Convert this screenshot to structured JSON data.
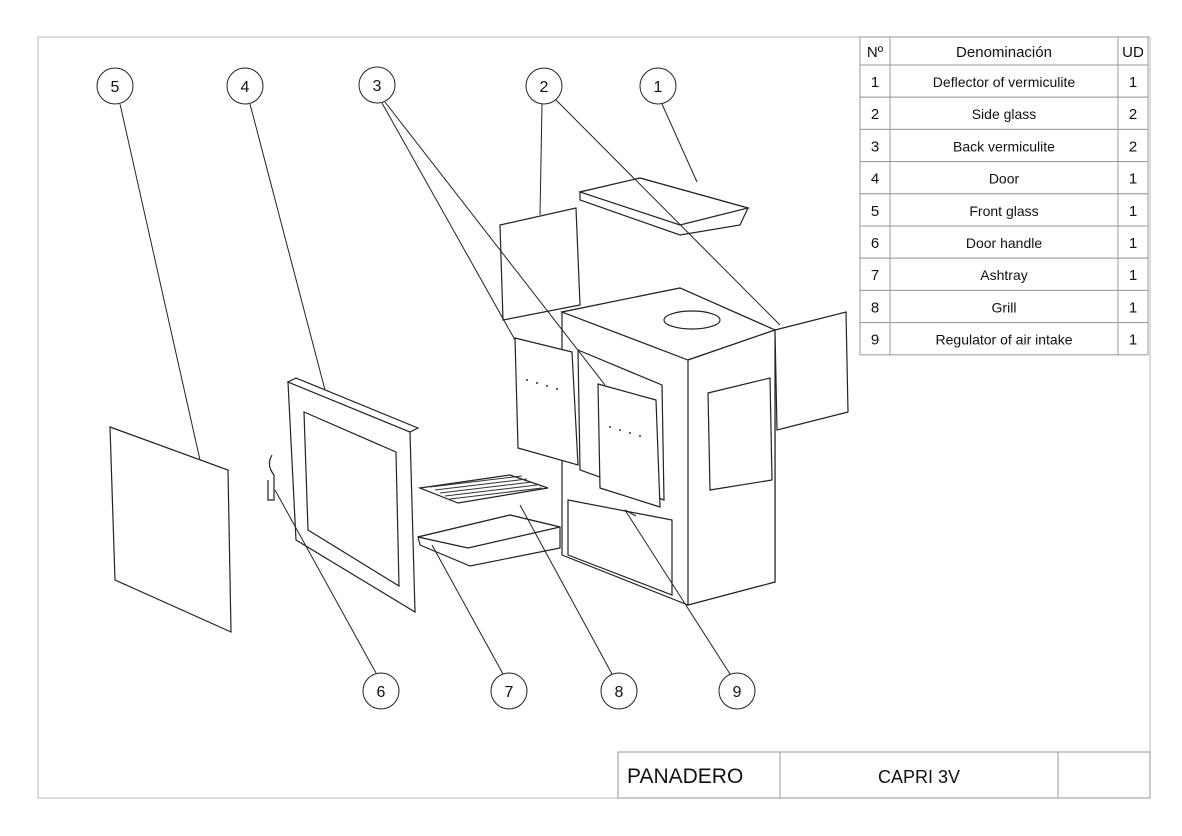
{
  "parts_table": {
    "headers": {
      "no": "Nº",
      "name": "Denominación",
      "qty": "UD"
    },
    "rows": [
      {
        "no": "1",
        "name": "Deflector of vermiculite",
        "qty": "1"
      },
      {
        "no": "2",
        "name": "Side glass",
        "qty": "2"
      },
      {
        "no": "3",
        "name": "Back vermiculite",
        "qty": "2"
      },
      {
        "no": "4",
        "name": "Door",
        "qty": "1"
      },
      {
        "no": "5",
        "name": "Front glass",
        "qty": "1"
      },
      {
        "no": "6",
        "name": "Door handle",
        "qty": "1"
      },
      {
        "no": "7",
        "name": "Ashtray",
        "qty": "1"
      },
      {
        "no": "8",
        "name": "Grill",
        "qty": "1"
      },
      {
        "no": "9",
        "name": "Regulator of air intake",
        "qty": "1"
      }
    ]
  },
  "title_block": {
    "brand": "PANADERO",
    "model": "CAPRI 3V",
    "extra": ""
  },
  "balloons": [
    "1",
    "2",
    "3",
    "4",
    "5",
    "6",
    "7",
    "8",
    "9"
  ]
}
